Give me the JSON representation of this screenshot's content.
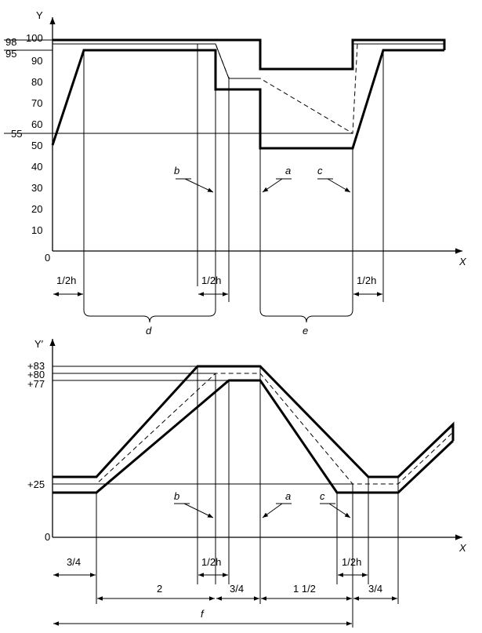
{
  "top": {
    "y_axis_label": "Y",
    "x_axis_label": "X",
    "origin_label": "0",
    "y_ticks": [
      "10",
      "20",
      "30",
      "40",
      "50",
      "60",
      "70",
      "80",
      "90",
      "100"
    ],
    "special_left": [
      "98",
      "95",
      "55"
    ],
    "callouts": {
      "b": "b",
      "a": "a",
      "c": "c"
    },
    "half_h": [
      "1/2h",
      "1/2h",
      "1/2h"
    ],
    "braces": {
      "d": "d",
      "e": "e"
    }
  },
  "bottom": {
    "y_axis_label": "Y′",
    "x_axis_label": "X",
    "origin_label": "0",
    "y_labels": [
      "+83",
      "+80",
      "+77",
      "+25"
    ],
    "callouts": {
      "b": "b",
      "a": "a",
      "c": "c"
    },
    "half_h": [
      "1/2h",
      "1/2h"
    ],
    "dims": [
      "3/4",
      "2",
      "3/4",
      "1 1/2",
      "3/4"
    ],
    "total": "f"
  }
}
